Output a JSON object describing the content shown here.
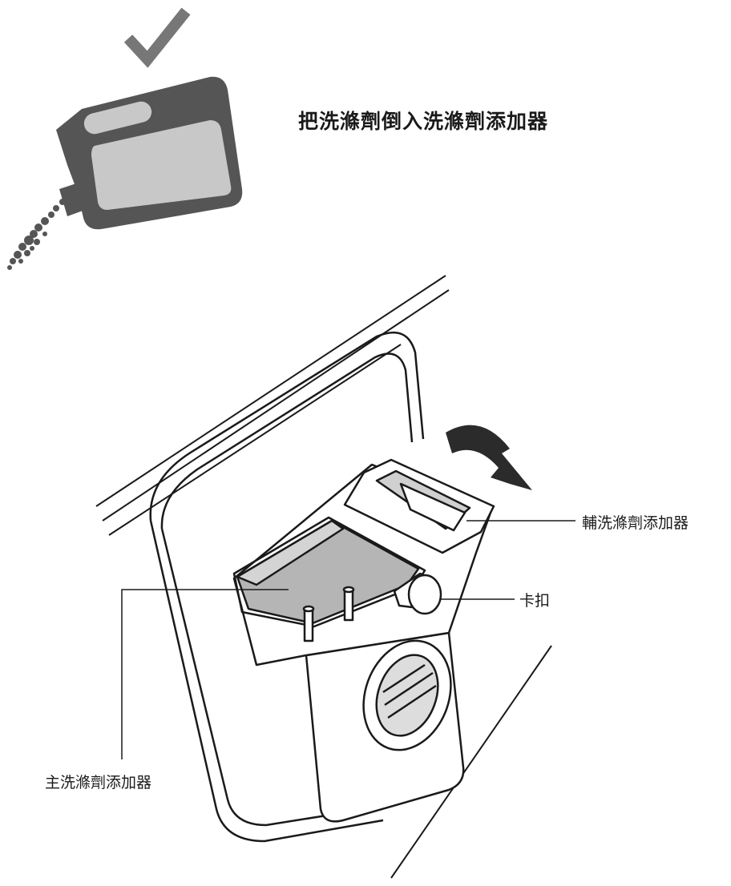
{
  "instruction": {
    "text": "把洗滌劑倒入洗滌劑添加器"
  },
  "callouts": {
    "aux_dispenser": "輔洗滌劑添加器",
    "clip": "卡扣",
    "main_dispenser": "主洗滌劑添加器"
  },
  "icons": {
    "check": "check-icon",
    "bottle": "detergent-bottle-icon",
    "arrow": "rotate-arrow-icon"
  },
  "colors": {
    "line": "#1a1a1a",
    "check": "#777777",
    "bottle_dark": "#555555",
    "bottle_light": "#c8c8c8",
    "cup_shade": "#b5b5b5"
  }
}
